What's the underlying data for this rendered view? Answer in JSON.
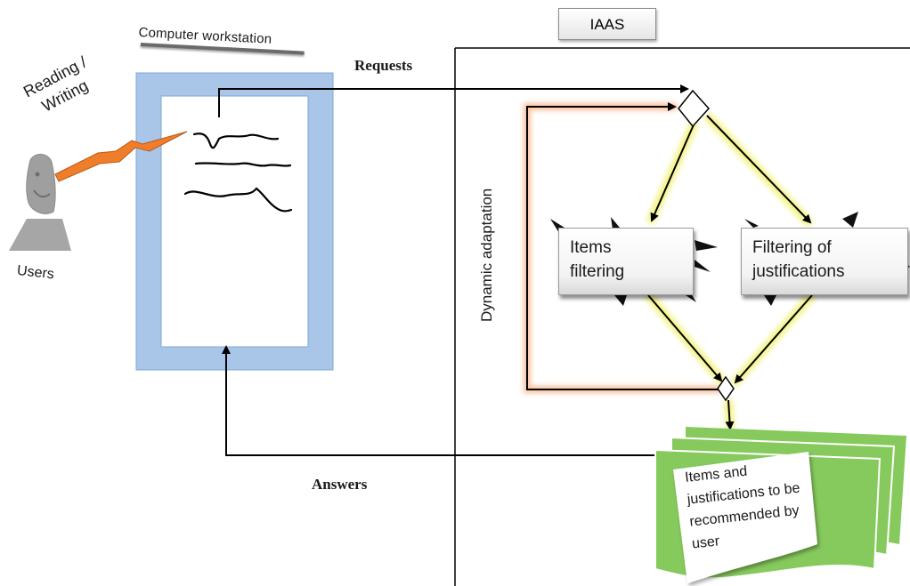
{
  "computer_workstation": {
    "label": "Computer workstation"
  },
  "user": {
    "action_label": "Reading /\nWriting",
    "label": "Users"
  },
  "flows": {
    "requests": "Requests",
    "answers": "Answers"
  },
  "iaas": {
    "label": "IAAS"
  },
  "loop": {
    "label": "Dynamic adaptation"
  },
  "processes": {
    "items_filtering": [
      "Items",
      "filtering"
    ],
    "justification_filtering": [
      "Filtering of",
      "justifications"
    ]
  },
  "output": {
    "label": "Items and\njustifications to be\nrecommended by\nuser"
  },
  "colors": {
    "workstation_frame": "#a9c6e8",
    "workstation_border": "#7fa7d6",
    "lightning": "#f07d2a",
    "glow_yellow": "#f2f27a",
    "glow_orange": "#f7b48a",
    "document_green": "#86c95c",
    "user_gray": "#a6a6a6"
  }
}
